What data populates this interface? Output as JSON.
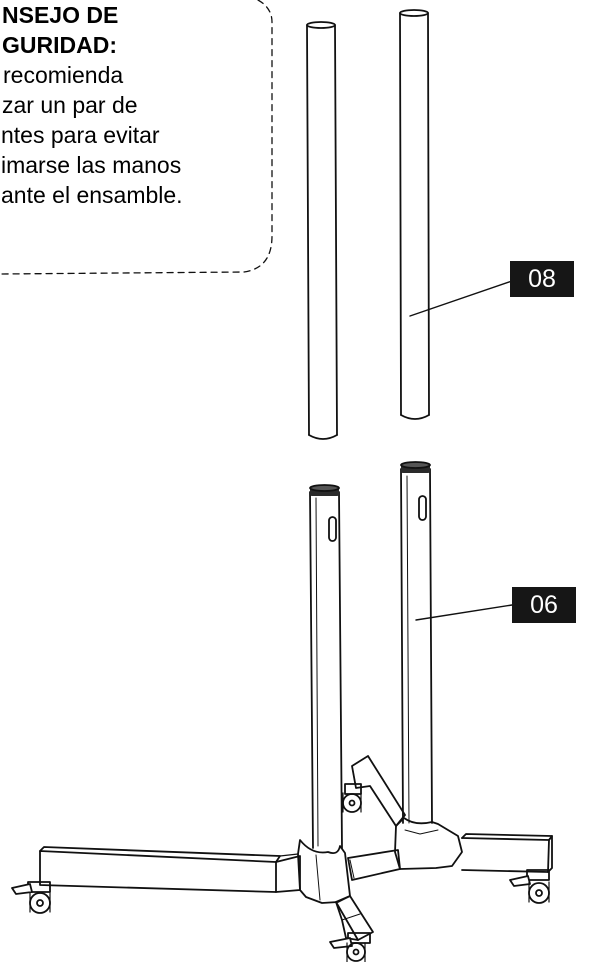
{
  "tip": {
    "lines": [
      "NSEJO DE",
      "GURIDAD:",
      "recomienda",
      "zar un par de",
      "ntes para evitar",
      "imarse las manos",
      "ante el ensamble."
    ]
  },
  "parts": {
    "upper_poles": {
      "label": "08"
    },
    "lower_poles": {
      "label": "06"
    }
  },
  "colors": {
    "line": "#111111",
    "tag_bg": "#161616",
    "tag_text": "#ffffff"
  }
}
